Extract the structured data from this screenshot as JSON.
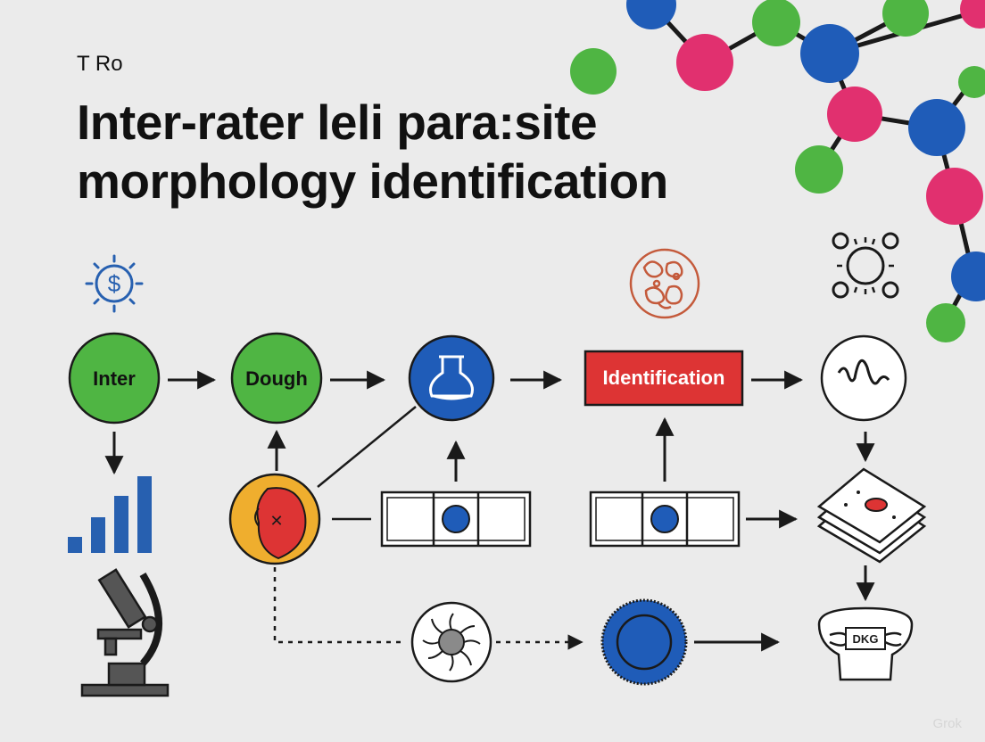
{
  "header": {
    "kicker": "T Ro",
    "title_line1": "Inter-rater leli para:site",
    "title_line2": "morphology identification"
  },
  "nodes": {
    "inter": "Inter",
    "dough": "Dough",
    "identification": "Identification",
    "disc_label": "DKG"
  },
  "watermark": "Grok",
  "colors": {
    "green": "#4fb543",
    "blue": "#1f5cb8",
    "red": "#dd3434",
    "magenta": "#e1306f",
    "orange": "#efae2e",
    "stroke": "#1a1a1a",
    "icon_blue": "#2760b0",
    "icon_rust": "#c45a3b"
  },
  "icons": [
    "dollar-gear-icon",
    "bar-chart-icon",
    "microscope-icon",
    "flask-icon",
    "wave-icon",
    "cell-clock-icon",
    "slide-stack-icon",
    "petri-dish-icon",
    "microbe-icon",
    "blob-cell-icon",
    "parasite-cells-icon",
    "molecule-network"
  ]
}
